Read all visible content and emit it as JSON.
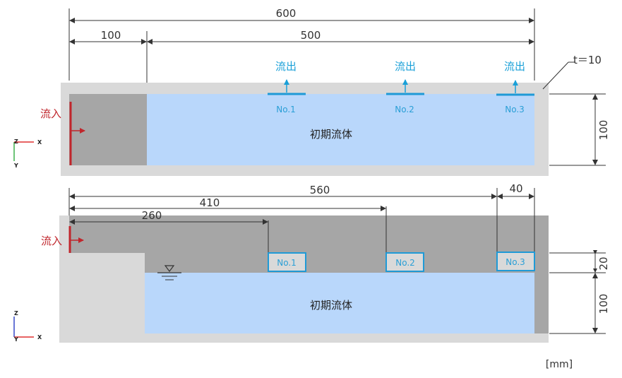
{
  "top": {
    "dim_total": "600",
    "dim_inlet": "100",
    "dim_channel": "500",
    "thickness": "t＝10",
    "height": "100",
    "outflow_label": "流出",
    "inflow_label": "流入",
    "fluid_label": "初期流体",
    "outlets": [
      "No.1",
      "No.2",
      "No.3"
    ],
    "axes": {
      "z": "Z",
      "x": "X",
      "y": "Y"
    }
  },
  "bottom": {
    "dim_560": "560",
    "dim_410": "410",
    "dim_260": "260",
    "dim_40": "40",
    "height_20": "20",
    "height_100": "100",
    "inflow_label": "流入",
    "fluid_label": "初期流体",
    "outlets": [
      "No.1",
      "No.2",
      "No.3"
    ],
    "axes": {
      "z": "Z",
      "x": "X",
      "y": "Y"
    }
  },
  "unit": "[mm]",
  "colors": {
    "wall": "#d9d9d9",
    "dark": "#a6a6a6",
    "fluid": "#b9d7fb",
    "outlet": "#1f9ad6",
    "inflow": "#c0262c"
  }
}
